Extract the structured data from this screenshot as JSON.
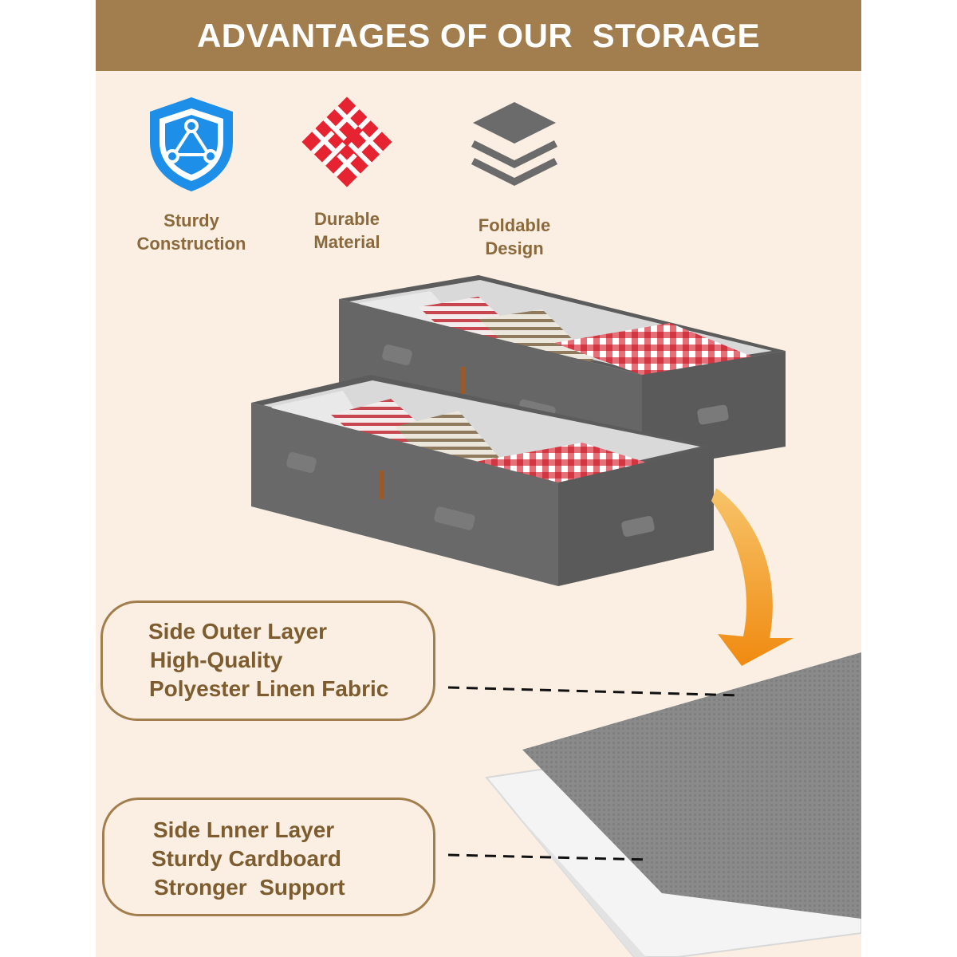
{
  "banner": {
    "title": "ADVANTAGES OF OUR  STORAGE"
  },
  "features": [
    {
      "icon": "shield-icon",
      "label": "Sturdy\nConstruction"
    },
    {
      "icon": "woven-fabric-icon",
      "label": "Durable\nMaterial"
    },
    {
      "icon": "layers-icon",
      "label": "Foldable\nDesign"
    }
  ],
  "callouts": {
    "outer": {
      "lines": [
        "Side Outer Layer",
        "High-Quality",
        "Polyester Linen Fabric"
      ]
    },
    "inner": {
      "lines": [
        "Side Lnner Layer",
        "Sturdy Cardboard",
        "Stronger  Support"
      ]
    }
  },
  "colors": {
    "banner": "#a27e4e",
    "background": "#fbefe3",
    "label_text": "#8a6a3c",
    "shield_blue": "#1e8fe8",
    "fabric_red": "#e52331",
    "layers_gray": "#6b6b6b",
    "arrow_orange": "#f39a1c"
  }
}
